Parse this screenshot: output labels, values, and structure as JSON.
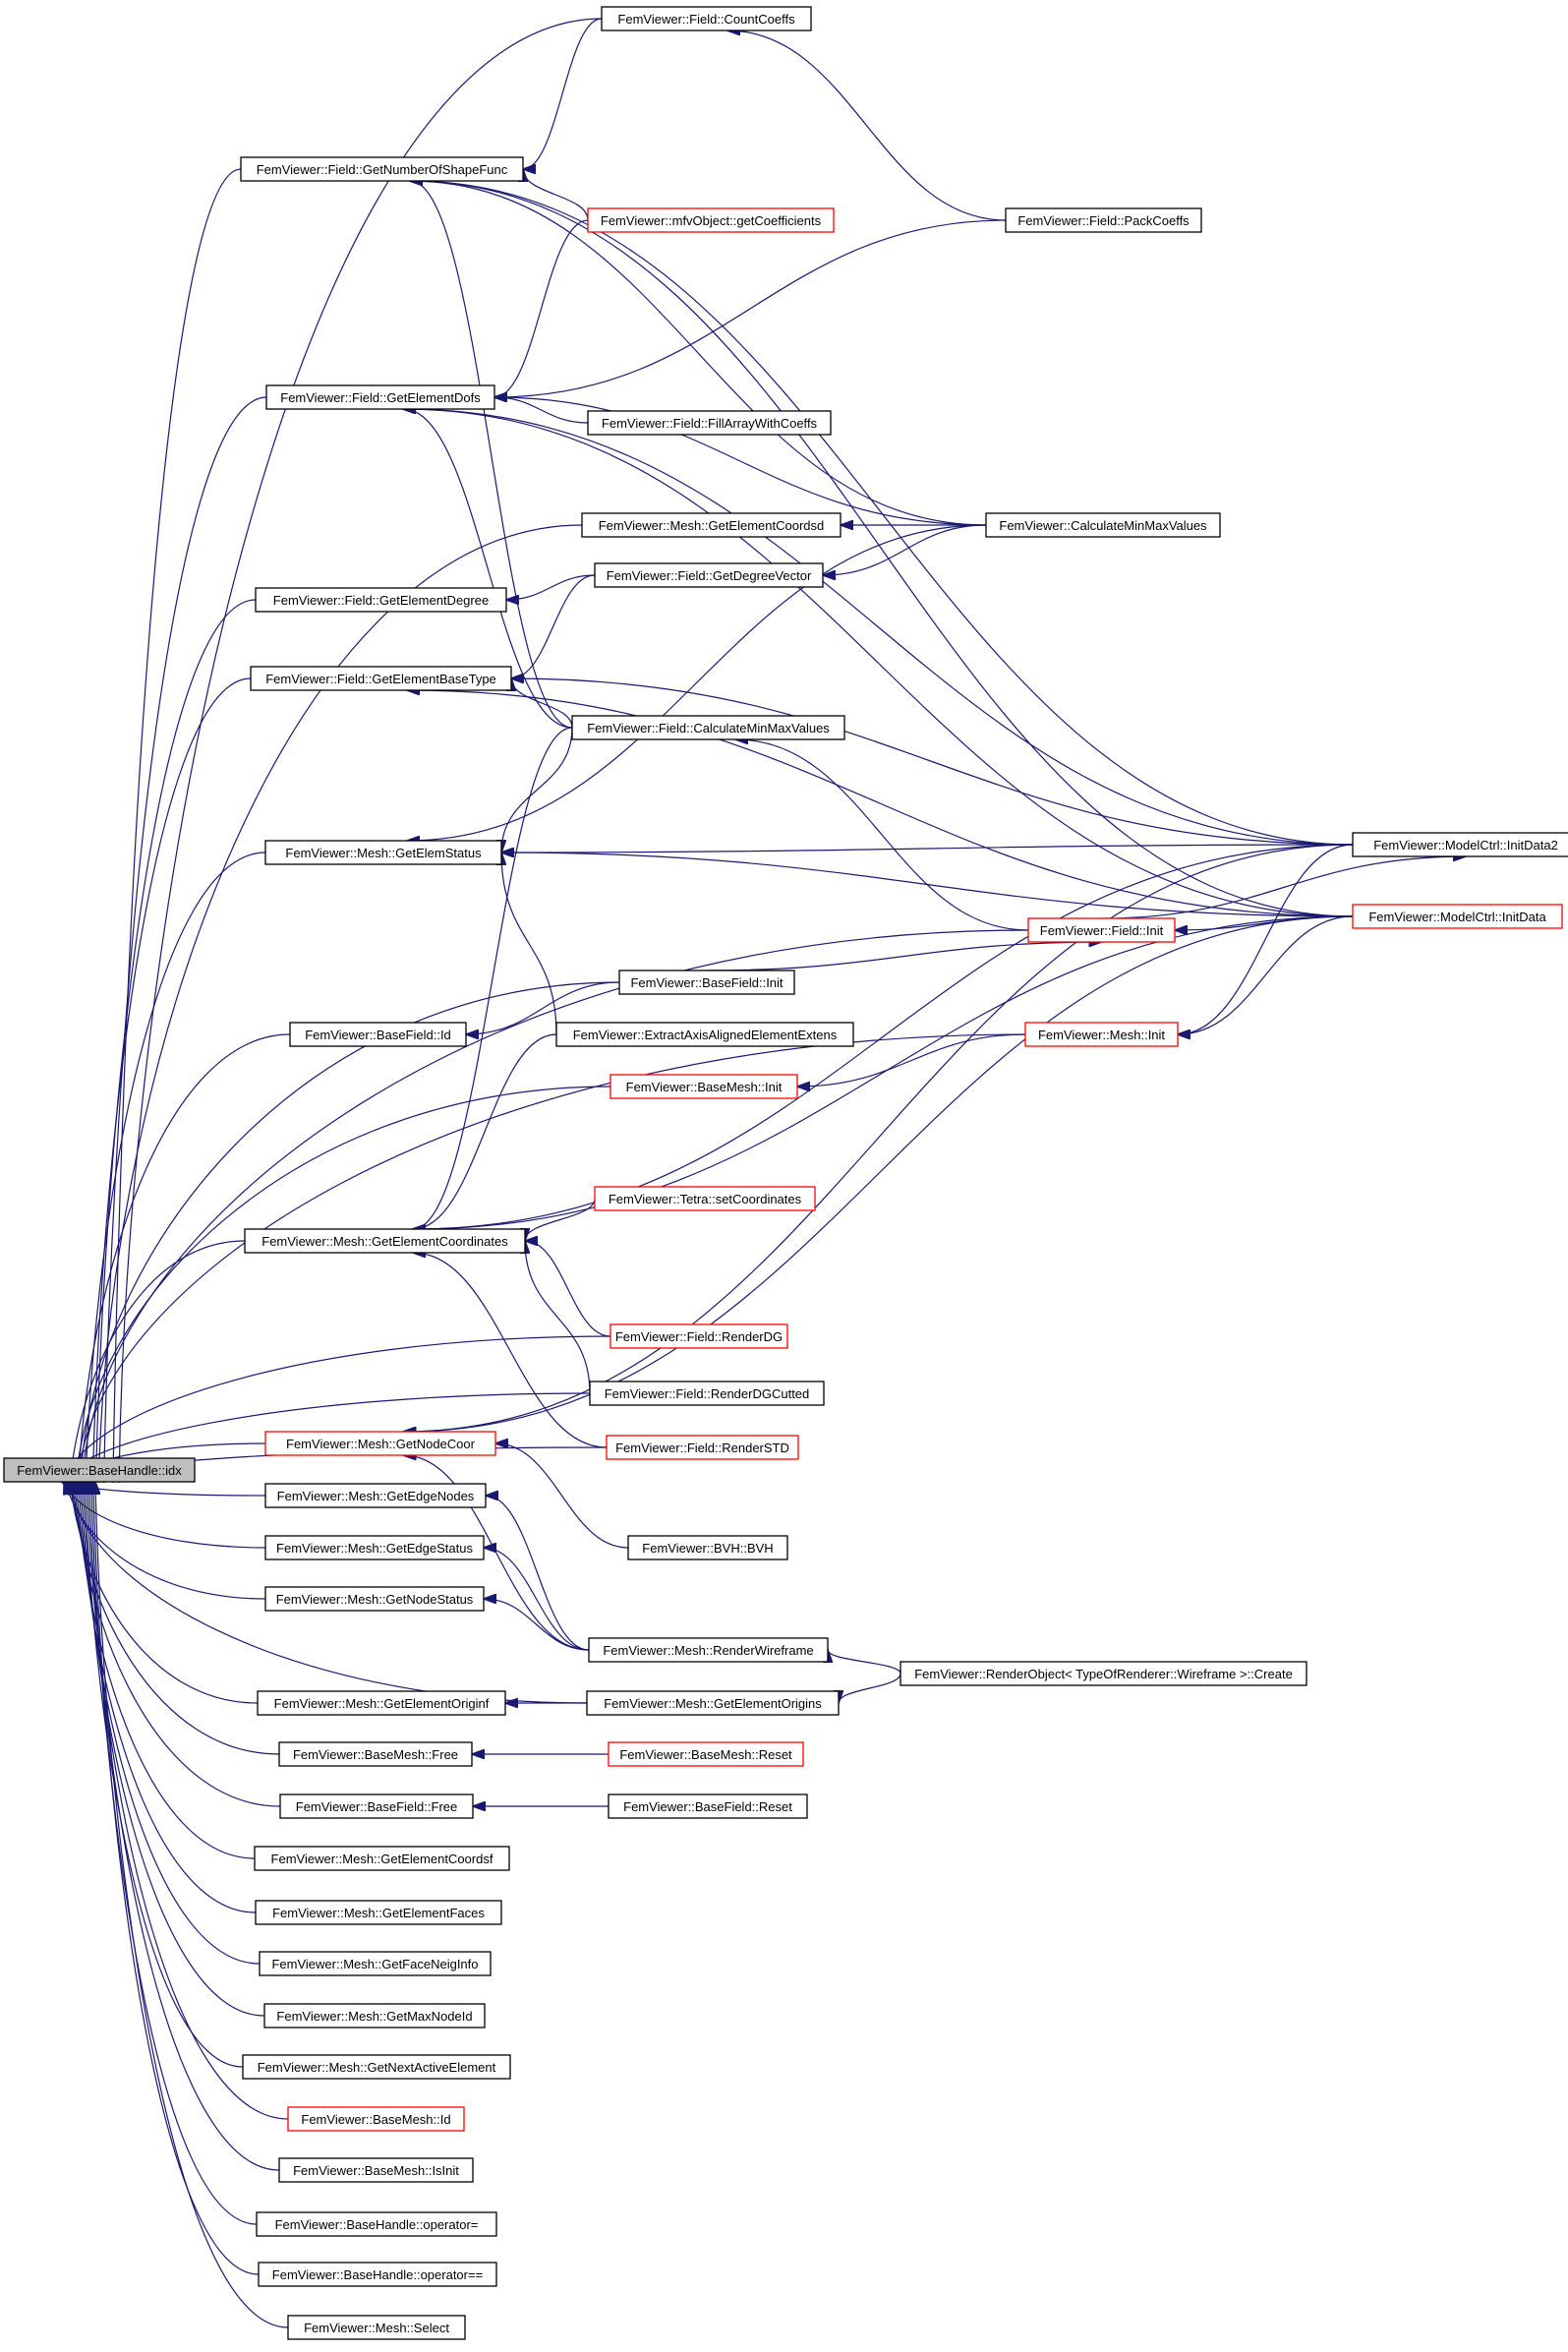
{
  "graph": {
    "direction": "callers-of-root",
    "colors": {
      "edge": "#191970",
      "node_border": "#000000",
      "node_border_truncated": "#ff0000",
      "root_fill": "#bfbfbf",
      "node_fill": "#ffffff"
    },
    "nodes": [
      {
        "id": "root",
        "label": "FemViewer::BaseHandle::idx",
        "root": true
      },
      {
        "id": "countCoeffs",
        "label": "FemViewer::Field::CountCoeffs"
      },
      {
        "id": "getNumShape",
        "label": "FemViewer::Field::GetNumberOfShapeFunc"
      },
      {
        "id": "mfvGetCoeffs",
        "label": "FemViewer::mfvObject::getCoefficients",
        "truncated": true
      },
      {
        "id": "packCoeffs",
        "label": "FemViewer::Field::PackCoeffs"
      },
      {
        "id": "getElemDofs",
        "label": "FemViewer::Field::GetElementDofs"
      },
      {
        "id": "fillArray",
        "label": "FemViewer::Field::FillArrayWithCoeffs"
      },
      {
        "id": "getElemCoordsd",
        "label": "FemViewer::Mesh::GetElementCoordsd"
      },
      {
        "id": "calcMinMaxG",
        "label": "FemViewer::CalculateMinMaxValues"
      },
      {
        "id": "getElemDegree",
        "label": "FemViewer::Field::GetElementDegree"
      },
      {
        "id": "getDegreeVector",
        "label": "FemViewer::Field::GetDegreeVector"
      },
      {
        "id": "getElemBaseType",
        "label": "FemViewer::Field::GetElementBaseType"
      },
      {
        "id": "calcMinMaxF",
        "label": "FemViewer::Field::CalculateMinMaxValues"
      },
      {
        "id": "getElemStatus",
        "label": "FemViewer::Mesh::GetElemStatus"
      },
      {
        "id": "initData2",
        "label": "FemViewer::ModelCtrl::InitData2"
      },
      {
        "id": "fieldInit",
        "label": "FemViewer::Field::Init",
        "truncated": true
      },
      {
        "id": "initData",
        "label": "FemViewer::ModelCtrl::InitData",
        "truncated": true
      },
      {
        "id": "baseFieldInit",
        "label": "FemViewer::BaseField::Init"
      },
      {
        "id": "baseFieldId",
        "label": "FemViewer::BaseField::Id"
      },
      {
        "id": "extractAABB",
        "label": "FemViewer::ExtractAxisAlignedElementExtens"
      },
      {
        "id": "meshInit",
        "label": "FemViewer::Mesh::Init",
        "truncated": true
      },
      {
        "id": "baseMeshInit",
        "label": "FemViewer::BaseMesh::Init",
        "truncated": true
      },
      {
        "id": "tetraSetCoords",
        "label": "FemViewer::Tetra::setCoordinates",
        "truncated": true
      },
      {
        "id": "getElemCoords",
        "label": "FemViewer::Mesh::GetElementCoordinates"
      },
      {
        "id": "renderDG",
        "label": "FemViewer::Field::RenderDG",
        "truncated": true
      },
      {
        "id": "renderDGCutted",
        "label": "FemViewer::Field::RenderDGCutted"
      },
      {
        "id": "renderSTD",
        "label": "FemViewer::Field::RenderSTD",
        "truncated": true
      },
      {
        "id": "getNodeCoor",
        "label": "FemViewer::Mesh::GetNodeCoor",
        "truncated": true
      },
      {
        "id": "getEdgeNodes",
        "label": "FemViewer::Mesh::GetEdgeNodes"
      },
      {
        "id": "bvh",
        "label": "FemViewer::BVH::BVH"
      },
      {
        "id": "getEdgeStatus",
        "label": "FemViewer::Mesh::GetEdgeStatus"
      },
      {
        "id": "getNodeStatus",
        "label": "FemViewer::Mesh::GetNodeStatus"
      },
      {
        "id": "renderWireframe",
        "label": "FemViewer::Mesh::RenderWireframe"
      },
      {
        "id": "renderObjCreate",
        "label": "FemViewer::RenderObject< TypeOfRenderer::Wireframe >::Create"
      },
      {
        "id": "getElemOriginf",
        "label": "FemViewer::Mesh::GetElementOriginf"
      },
      {
        "id": "getElemOrigins",
        "label": "FemViewer::Mesh::GetElementOrigins"
      },
      {
        "id": "baseMeshFree",
        "label": "FemViewer::BaseMesh::Free"
      },
      {
        "id": "baseMeshReset",
        "label": "FemViewer::BaseMesh::Reset",
        "truncated": true
      },
      {
        "id": "baseFieldFree",
        "label": "FemViewer::BaseField::Free"
      },
      {
        "id": "baseFieldReset",
        "label": "FemViewer::BaseField::Reset"
      },
      {
        "id": "getElemCoordsf",
        "label": "FemViewer::Mesh::GetElementCoordsf"
      },
      {
        "id": "getElemFaces",
        "label": "FemViewer::Mesh::GetElementFaces"
      },
      {
        "id": "getFaceNeig",
        "label": "FemViewer::Mesh::GetFaceNeigInfo"
      },
      {
        "id": "getMaxNodeId",
        "label": "FemViewer::Mesh::GetMaxNodeId"
      },
      {
        "id": "getNextActive",
        "label": "FemViewer::Mesh::GetNextActiveElement"
      },
      {
        "id": "baseMeshId",
        "label": "FemViewer::BaseMesh::Id",
        "truncated": true
      },
      {
        "id": "baseMeshIsInit",
        "label": "FemViewer::BaseMesh::IsInit"
      },
      {
        "id": "opAssign",
        "label": "FemViewer::BaseHandle::operator="
      },
      {
        "id": "opEq",
        "label": "FemViewer::BaseHandle::operator=="
      },
      {
        "id": "meshSelect",
        "label": "FemViewer::Mesh::Select"
      }
    ],
    "edges": [
      [
        "countCoeffs",
        "root"
      ],
      [
        "getNumShape",
        "root"
      ],
      [
        "getElemDofs",
        "root"
      ],
      [
        "getElemCoordsd",
        "root"
      ],
      [
        "getElemDegree",
        "root"
      ],
      [
        "getElemBaseType",
        "root"
      ],
      [
        "getElemStatus",
        "root"
      ],
      [
        "fieldInit",
        "root"
      ],
      [
        "baseFieldInit",
        "root"
      ],
      [
        "baseFieldId",
        "root"
      ],
      [
        "baseMeshInit",
        "root"
      ],
      [
        "meshInit",
        "root"
      ],
      [
        "getElemCoords",
        "root"
      ],
      [
        "renderDG",
        "root"
      ],
      [
        "renderDGCutted",
        "root"
      ],
      [
        "renderSTD",
        "root"
      ],
      [
        "getNodeCoor",
        "root"
      ],
      [
        "getEdgeNodes",
        "root"
      ],
      [
        "getEdgeStatus",
        "root"
      ],
      [
        "getNodeStatus",
        "root"
      ],
      [
        "getElemOrigins",
        "root"
      ],
      [
        "getElemOriginf",
        "root"
      ],
      [
        "baseMeshFree",
        "root"
      ],
      [
        "baseFieldFree",
        "root"
      ],
      [
        "getElemCoordsf",
        "root"
      ],
      [
        "getElemFaces",
        "root"
      ],
      [
        "getFaceNeig",
        "root"
      ],
      [
        "getMaxNodeId",
        "root"
      ],
      [
        "getNextActive",
        "root"
      ],
      [
        "baseMeshId",
        "root"
      ],
      [
        "baseMeshIsInit",
        "root"
      ],
      [
        "opAssign",
        "root"
      ],
      [
        "opEq",
        "root"
      ],
      [
        "meshSelect",
        "root"
      ],
      [
        "countCoeffs",
        "getNumShape"
      ],
      [
        "initData2",
        "getNumShape"
      ],
      [
        "initData",
        "getNumShape"
      ],
      [
        "mfvGetCoeffs",
        "getNumShape"
      ],
      [
        "calcMinMaxF",
        "getNumShape"
      ],
      [
        "calcMinMaxG",
        "getNumShape"
      ],
      [
        "packCoeffs",
        "countCoeffs"
      ],
      [
        "mfvGetCoeffs",
        "getElemDofs"
      ],
      [
        "packCoeffs",
        "getElemDofs"
      ],
      [
        "initData2",
        "getElemDofs"
      ],
      [
        "initData",
        "getElemDofs"
      ],
      [
        "fillArray",
        "getElemDofs"
      ],
      [
        "calcMinMaxG",
        "getElemDofs"
      ],
      [
        "calcMinMaxF",
        "getElemDofs"
      ],
      [
        "calcMinMaxG",
        "getElemCoordsd"
      ],
      [
        "calcMinMaxG",
        "getDegreeVector"
      ],
      [
        "getDegreeVector",
        "getElemDegree"
      ],
      [
        "getDegreeVector",
        "getElemBaseType"
      ],
      [
        "initData2",
        "getElemBaseType"
      ],
      [
        "initData",
        "getElemBaseType"
      ],
      [
        "calcMinMaxF",
        "getElemBaseType"
      ],
      [
        "calcMinMaxF",
        "getElemStatus"
      ],
      [
        "calcMinMaxG",
        "getElemStatus"
      ],
      [
        "initData2",
        "getElemStatus"
      ],
      [
        "initData",
        "getElemStatus"
      ],
      [
        "extractAABB",
        "getElemStatus"
      ],
      [
        "fieldInit",
        "calcMinMaxF"
      ],
      [
        "fieldInit",
        "initData2"
      ],
      [
        "initData",
        "fieldInit"
      ],
      [
        "baseFieldInit",
        "fieldInit"
      ],
      [
        "baseFieldInit",
        "baseFieldId"
      ],
      [
        "initData2",
        "meshInit"
      ],
      [
        "initData",
        "meshInit"
      ],
      [
        "meshInit",
        "baseMeshInit"
      ],
      [
        "tetraSetCoords",
        "getElemCoords"
      ],
      [
        "initData2",
        "getElemCoords"
      ],
      [
        "initData",
        "getElemCoords"
      ],
      [
        "renderDG",
        "getElemCoords"
      ],
      [
        "renderDGCutted",
        "getElemCoords"
      ],
      [
        "renderSTD",
        "getElemCoords"
      ],
      [
        "calcMinMaxF",
        "getElemCoords"
      ],
      [
        "extractAABB",
        "getElemCoords"
      ],
      [
        "bvh",
        "getNodeCoor"
      ],
      [
        "renderWireframe",
        "getNodeCoor"
      ],
      [
        "initData2",
        "getNodeCoor"
      ],
      [
        "initData",
        "getNodeCoor"
      ],
      [
        "renderWireframe",
        "getEdgeNodes"
      ],
      [
        "renderWireframe",
        "getEdgeStatus"
      ],
      [
        "renderWireframe",
        "getNodeStatus"
      ],
      [
        "renderObjCreate",
        "renderWireframe"
      ],
      [
        "renderObjCreate",
        "getElemOrigins"
      ],
      [
        "getElemOrigins",
        "getElemOriginf"
      ],
      [
        "baseMeshReset",
        "baseMeshFree"
      ],
      [
        "baseFieldReset",
        "baseFieldFree"
      ]
    ]
  }
}
